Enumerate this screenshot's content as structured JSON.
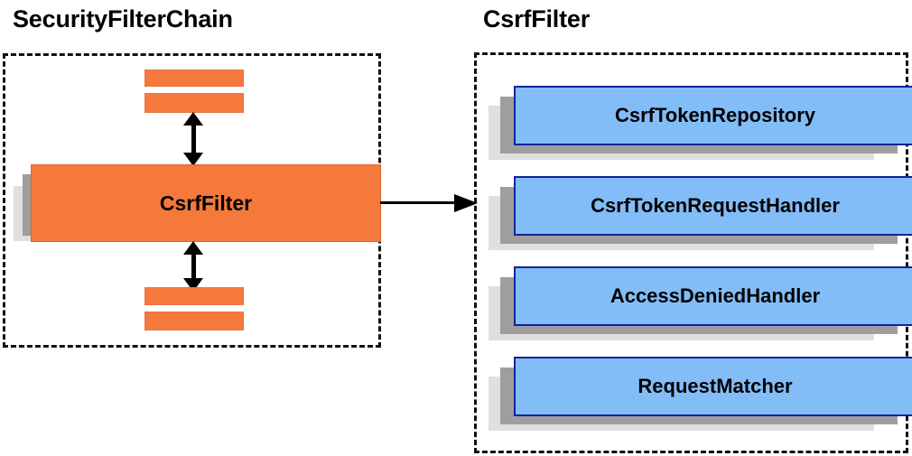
{
  "diagram": {
    "type": "component-collaboration-diagram",
    "background": "#ffffff",
    "panels": [
      {
        "id": "security-filter-chain",
        "title": "SecurityFilterChain",
        "border_style": "dashed",
        "border_color": "#111111",
        "nodes": [
          {
            "id": "filter-above-2",
            "label": "",
            "shape": "orange-bar-partial",
            "color": "#f4793a"
          },
          {
            "id": "filter-above-1",
            "label": "",
            "shape": "orange-bar-partial",
            "color": "#f4793a"
          },
          {
            "id": "csrf-filter",
            "label": "CsrfFilter",
            "shape": "stacked-box",
            "color": "#f4793a"
          },
          {
            "id": "filter-below-1",
            "label": "",
            "shape": "orange-bar-partial",
            "color": "#f4793a"
          },
          {
            "id": "filter-below-2",
            "label": "",
            "shape": "orange-bar-partial",
            "color": "#f4793a"
          }
        ],
        "connectors": [
          {
            "id": "chain-up",
            "kind": "double-headed-vertical-arrow"
          },
          {
            "id": "chain-down",
            "kind": "double-headed-vertical-arrow"
          }
        ]
      },
      {
        "id": "csrf-filter-detail",
        "title": "CsrfFilter",
        "border_style": "dashed",
        "border_color": "#111111",
        "nodes": [
          {
            "id": "csrf-token-repository",
            "label": "CsrfTokenRepository",
            "shape": "stacked-box",
            "color": "#82bdf7"
          },
          {
            "id": "csrf-token-request-handler",
            "label": "CsrfTokenRequestHandler",
            "shape": "stacked-box",
            "color": "#82bdf7"
          },
          {
            "id": "access-denied-handler",
            "label": "AccessDeniedHandler",
            "shape": "stacked-box",
            "color": "#82bdf7"
          },
          {
            "id": "request-matcher",
            "label": "RequestMatcher",
            "shape": "stacked-box",
            "color": "#82bdf7"
          }
        ]
      }
    ],
    "link": {
      "id": "expansion-arrow",
      "kind": "single-headed-horizontal-arrow",
      "from": "security-filter-chain",
      "to": "csrf-filter-detail",
      "label": ""
    },
    "colors": {
      "orange_fill": "#f4793a",
      "orange_border": "#e0642a",
      "blue_fill": "#82bdf7",
      "blue_border": "#16229c",
      "shadow_mid": "#9e9e9e",
      "shadow_back": "#dfdfdf",
      "text": "#000000"
    }
  }
}
